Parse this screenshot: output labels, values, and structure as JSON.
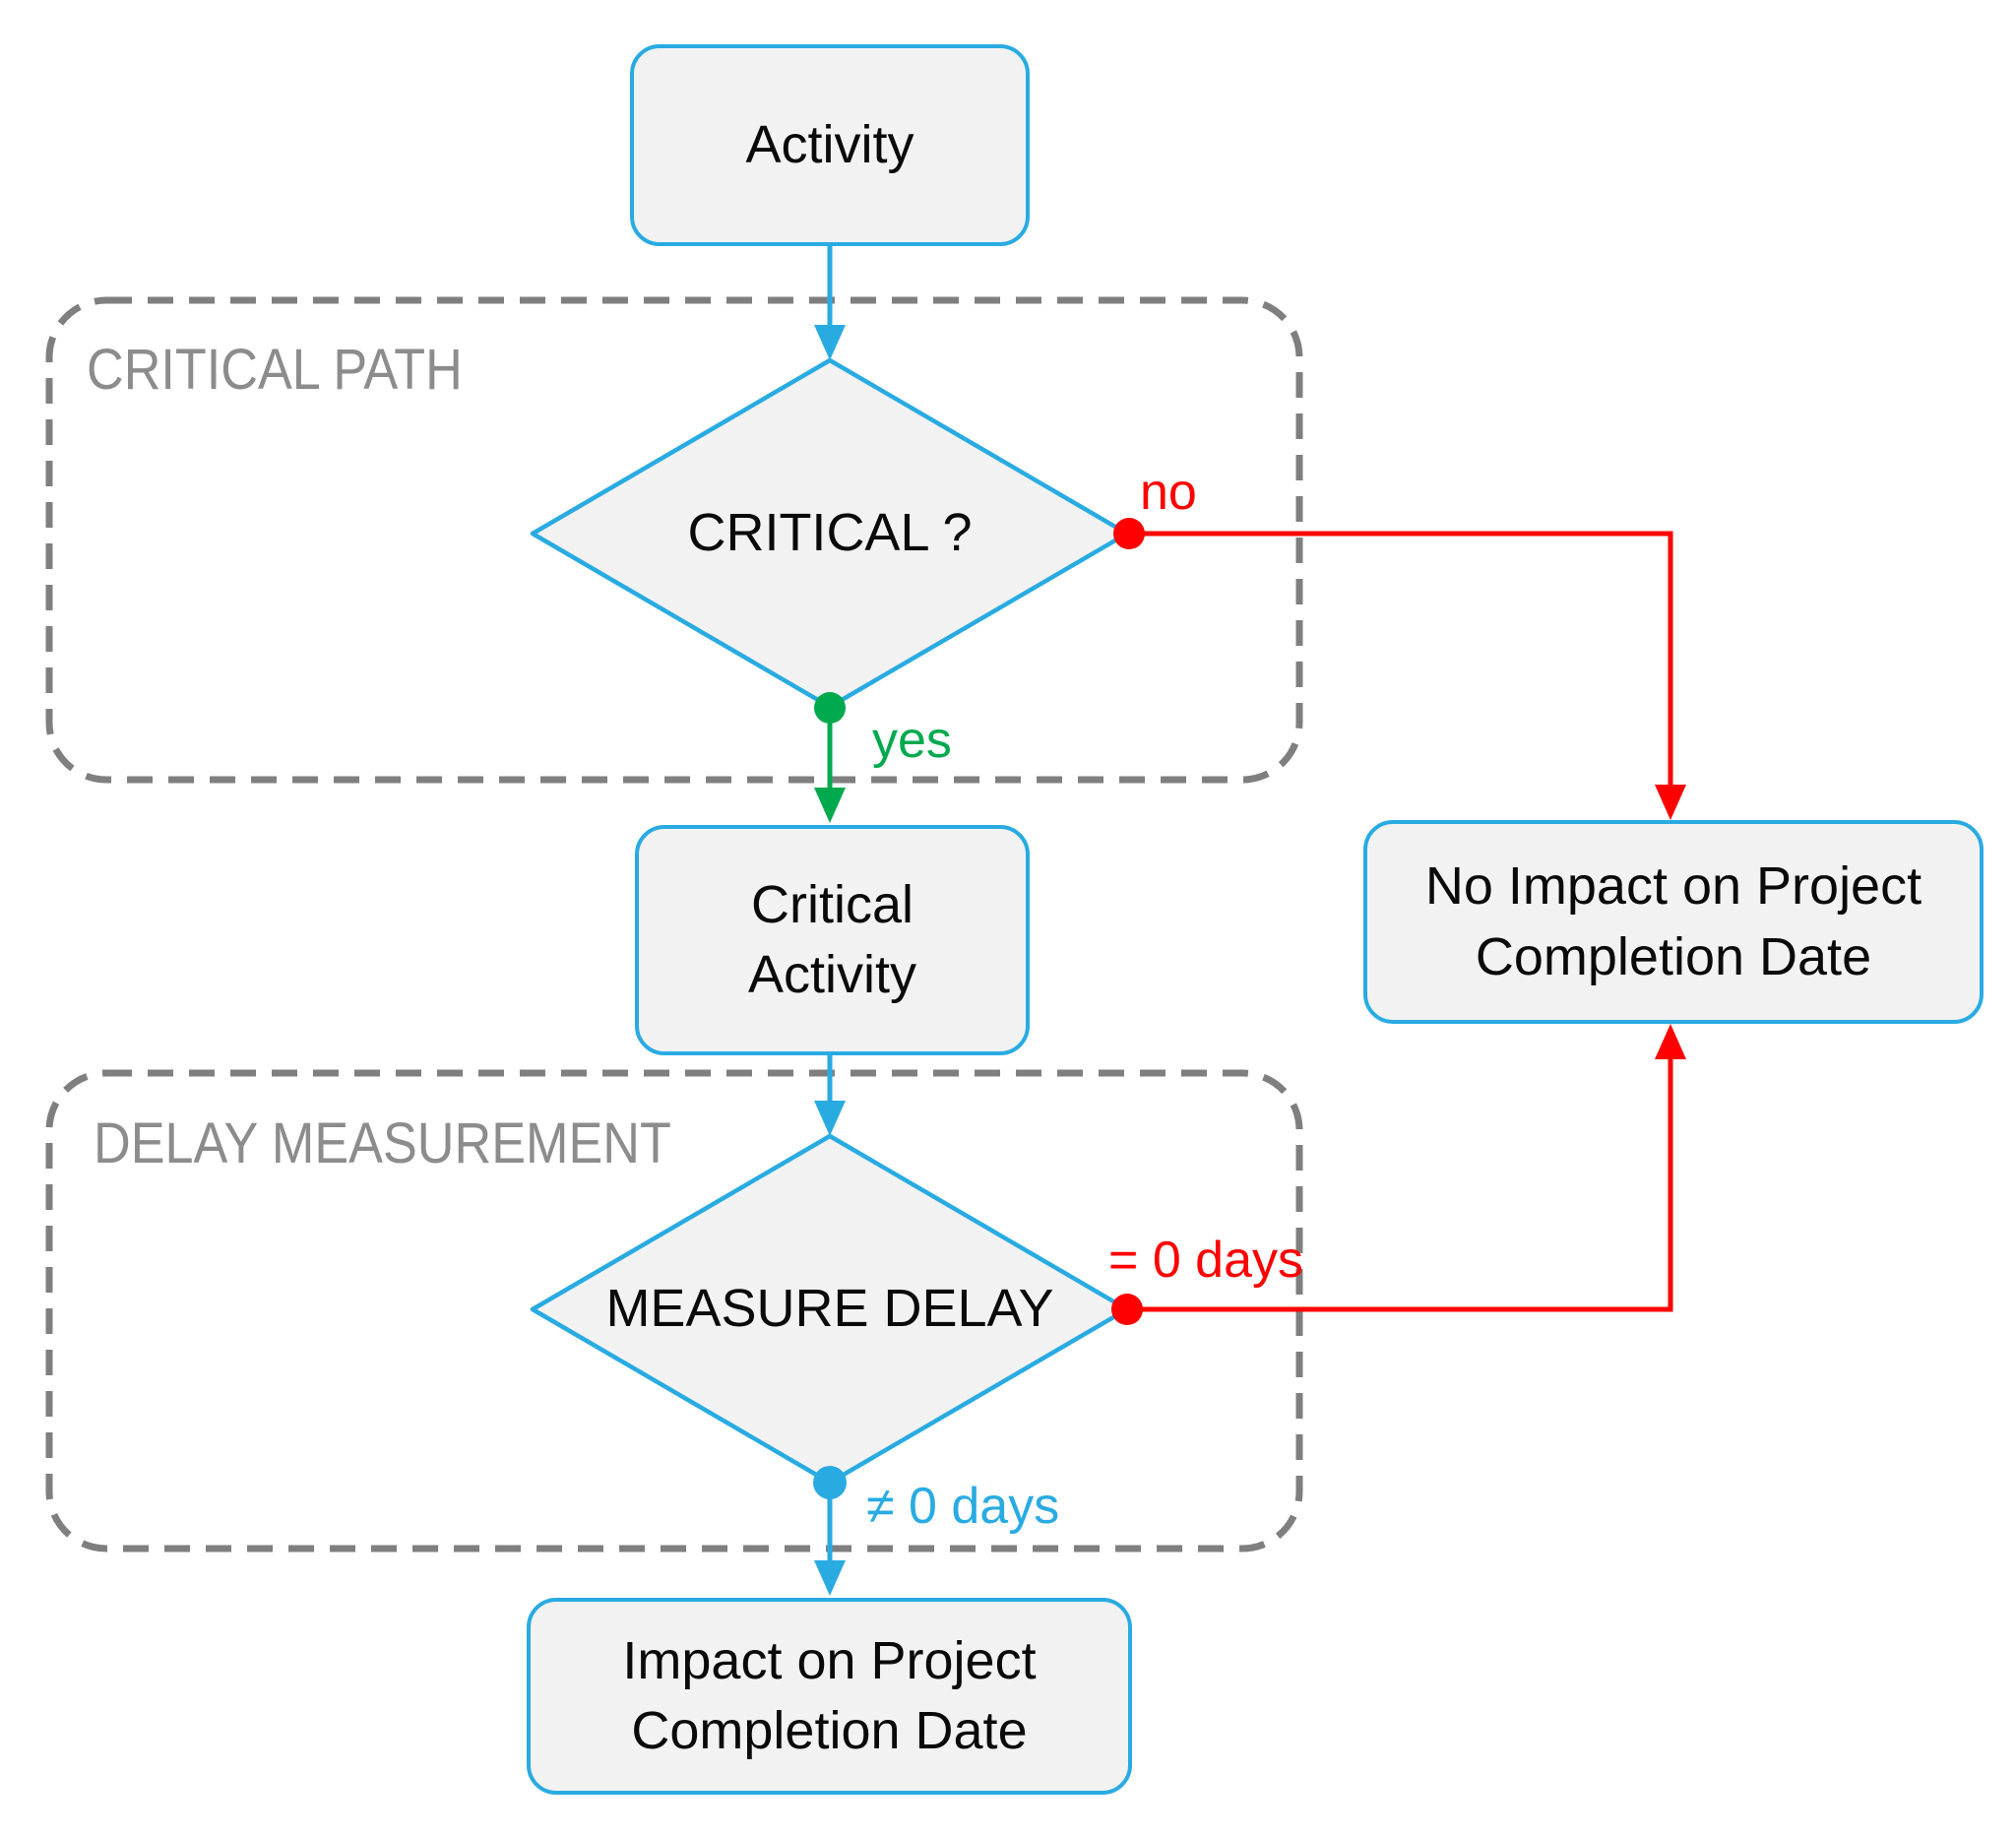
{
  "colors": {
    "blue": "#29ABE2",
    "green": "#00A94E",
    "red": "#FF0000",
    "dash-gray": "#7F7F7F",
    "label-gray": "#8C8C8C",
    "node-fill": "#F2F2F2",
    "text": "#0A0A0A",
    "bg": "#FFFFFF"
  },
  "groups": [
    {
      "id": "critical-path",
      "label": "CRITICAL PATH"
    },
    {
      "id": "delay-measurement",
      "label": "DELAY MEASUREMENT"
    }
  ],
  "nodes": [
    {
      "id": "activity",
      "type": "process",
      "lines": [
        "Activity"
      ]
    },
    {
      "id": "critical-question",
      "type": "decision",
      "label": "CRITICAL ?"
    },
    {
      "id": "critical-activity",
      "type": "process",
      "lines": [
        "Critical",
        "Activity"
      ]
    },
    {
      "id": "no-impact",
      "type": "process",
      "lines": [
        "No Impact on Project",
        "Completion Date"
      ]
    },
    {
      "id": "measure-delay",
      "type": "decision",
      "label": "MEASURE DELAY"
    },
    {
      "id": "impact",
      "type": "process",
      "lines": [
        "Impact on Project",
        "Completion Date"
      ]
    }
  ],
  "edges": [
    {
      "from": "critical-question",
      "to": "no-impact",
      "label": "no",
      "color": "red"
    },
    {
      "from": "critical-question",
      "to": "critical-activity",
      "label": "yes",
      "color": "green"
    },
    {
      "from": "measure-delay",
      "to": "no-impact",
      "label": "= 0 days",
      "color": "red"
    },
    {
      "from": "measure-delay",
      "to": "impact",
      "label": "≠ 0 days",
      "color": "blue"
    },
    {
      "from": "activity",
      "to": "critical-question",
      "label": "",
      "color": "blue"
    },
    {
      "from": "critical-activity",
      "to": "measure-delay",
      "label": "",
      "color": "blue"
    }
  ]
}
